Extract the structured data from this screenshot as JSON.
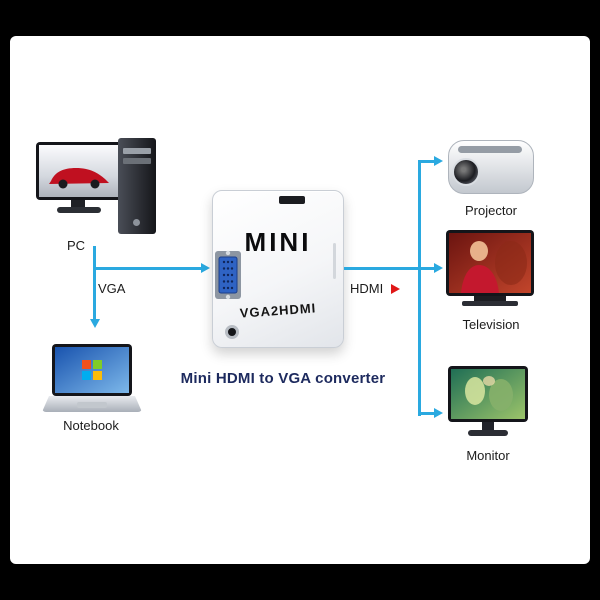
{
  "title": "Mini HDMI to VGA converter",
  "converter": {
    "brand": "MINI",
    "model": "VGA2HDMI"
  },
  "connections": {
    "input_label": "VGA",
    "output_label": "HDMI"
  },
  "sources": [
    {
      "label": "PC"
    },
    {
      "label": "Notebook"
    }
  ],
  "outputs": [
    {
      "label": "Projector"
    },
    {
      "label": "Television"
    },
    {
      "label": "Monitor"
    }
  ],
  "colors": {
    "line": "#2aa9e0",
    "accent": "#e01818",
    "title": "#1d2a5e",
    "frame": "#000000"
  }
}
